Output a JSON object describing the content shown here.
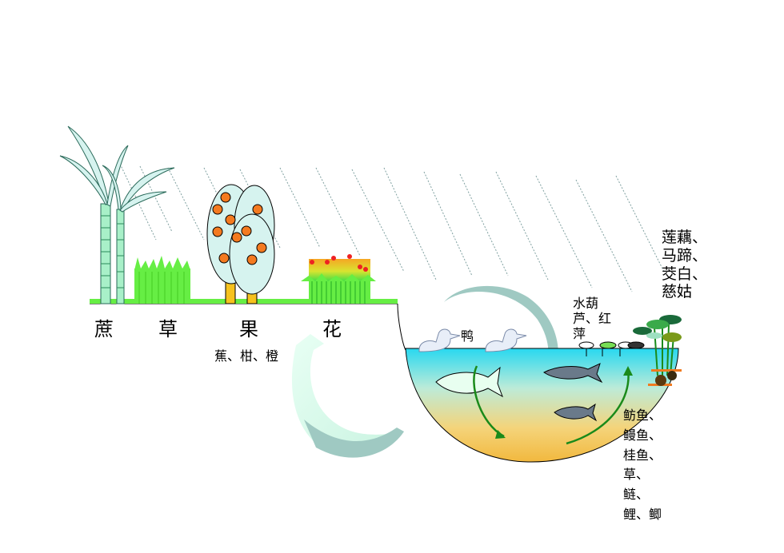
{
  "labels": {
    "sugarcane": "蔗",
    "grass": "草",
    "fruit": "果",
    "flower": "花",
    "fruit_types": "蕉、柑、橙",
    "duck": "鸭",
    "water_plants": "水葫芦、红萍",
    "aquatic_crops": [
      "莲藕、",
      "马蹄、",
      "茭白、",
      "慈姑"
    ],
    "fish": [
      "鲂鱼、",
      "鳗鱼、",
      "桂鱼、",
      "草、",
      "鲢、",
      "鲤、鲫"
    ]
  },
  "colors": {
    "grass": "#66ee44",
    "tree": "#d6f3ef",
    "orange": "#f47a20",
    "water_top": "#28d8f0",
    "water_bottom": "#f2bd45",
    "cycle_arrow": "#9fc9c2",
    "flow_arrow": "#1a8a1a"
  }
}
